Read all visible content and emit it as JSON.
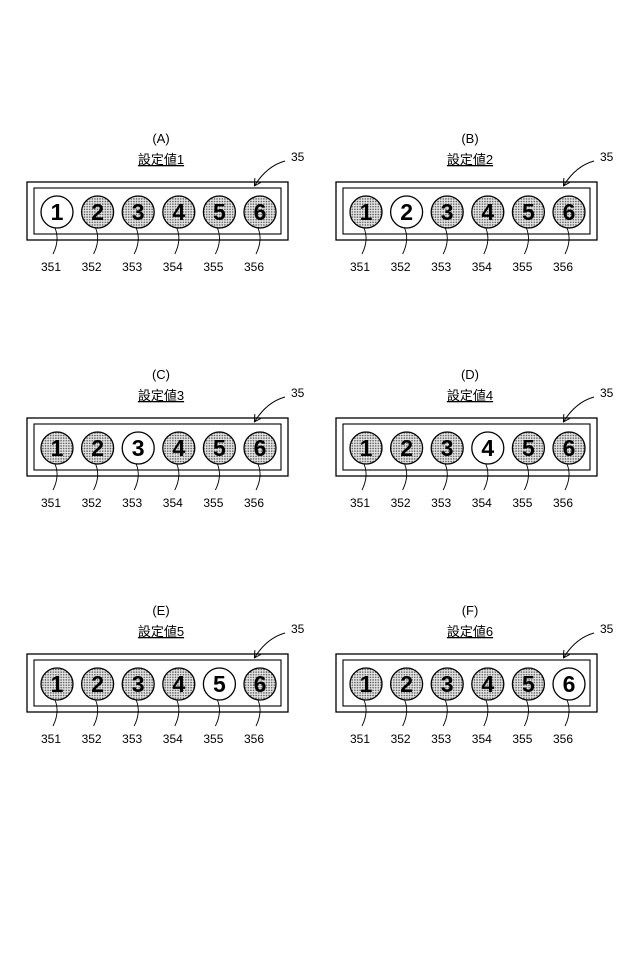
{
  "figure_ref": "35",
  "panels": [
    {
      "letter": "(A)",
      "title": "設定値1",
      "active": 1
    },
    {
      "letter": "(B)",
      "title": "設定値2",
      "active": 2
    },
    {
      "letter": "(C)",
      "title": "設定値3",
      "active": 3
    },
    {
      "letter": "(D)",
      "title": "設定値4",
      "active": 4
    },
    {
      "letter": "(E)",
      "title": "設定値5",
      "active": 5
    },
    {
      "letter": "(F)",
      "title": "設定値6",
      "active": 6
    }
  ],
  "indicators": [
    {
      "digit": "1",
      "ref": "351"
    },
    {
      "digit": "2",
      "ref": "352"
    },
    {
      "digit": "3",
      "ref": "353"
    },
    {
      "digit": "4",
      "ref": "354"
    },
    {
      "digit": "5",
      "ref": "355"
    },
    {
      "digit": "6",
      "ref": "356"
    }
  ],
  "colors": {
    "lit": "#ffffff",
    "unlit_dots": "#555555",
    "unlit_bg": "#e6e6e6",
    "line": "#000000"
  }
}
